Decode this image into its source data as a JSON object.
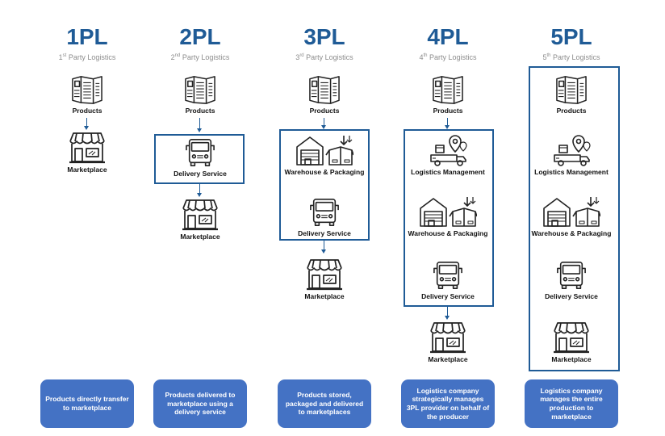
{
  "columns": [
    {
      "title": "1PL",
      "sub_ord": "1",
      "sub_sup": "st",
      "sub_rest": " Party Logistics",
      "nodes": {
        "products": "Products",
        "marketplace": "Marketplace"
      },
      "description": "Products directly transfer to marketplace"
    },
    {
      "title": "2PL",
      "sub_ord": "2",
      "sub_sup": "nd",
      "sub_rest": " Party Logistics",
      "nodes": {
        "products": "Products",
        "delivery": "Delivery Service",
        "marketplace": "Marketplace"
      },
      "description": "Products delivered to marketplace using a delivery service"
    },
    {
      "title": "3PL",
      "sub_ord": "3",
      "sub_sup": "rd",
      "sub_rest": " Party Logistics",
      "nodes": {
        "products": "Products",
        "warehouse": "Warehouse & Packaging",
        "delivery": "Delivery Service",
        "marketplace": "Marketplace"
      },
      "description": "Products stored, packaged and delivered to marketplaces"
    },
    {
      "title": "4PL",
      "sub_ord": "4",
      "sub_sup": "th",
      "sub_rest": " Party Logistics",
      "nodes": {
        "products": "Products",
        "logistics": "Logistics Management",
        "warehouse": "Warehouse & Packaging",
        "delivery": "Delivery Service",
        "marketplace": "Marketplace"
      },
      "description": "Logistics company strategically manages 3PL provider on behalf of the producer"
    },
    {
      "title": "5PL",
      "sub_ord": "5",
      "sub_sup": "th",
      "sub_rest": " Party Logistics",
      "nodes": {
        "products": "Products",
        "logistics": "Logistics Management",
        "warehouse": "Warehouse & Packaging",
        "delivery": "Delivery Service",
        "marketplace": "Marketplace"
      },
      "description": "Logistics company manages the entire production to marketplace"
    }
  ],
  "colors": {
    "accent": "#1f5b96",
    "description_bg": "#4472c4"
  },
  "icons": [
    "products-icon",
    "marketplace-icon",
    "delivery-truck-icon",
    "warehouse-packaging-icon",
    "logistics-management-icon"
  ]
}
